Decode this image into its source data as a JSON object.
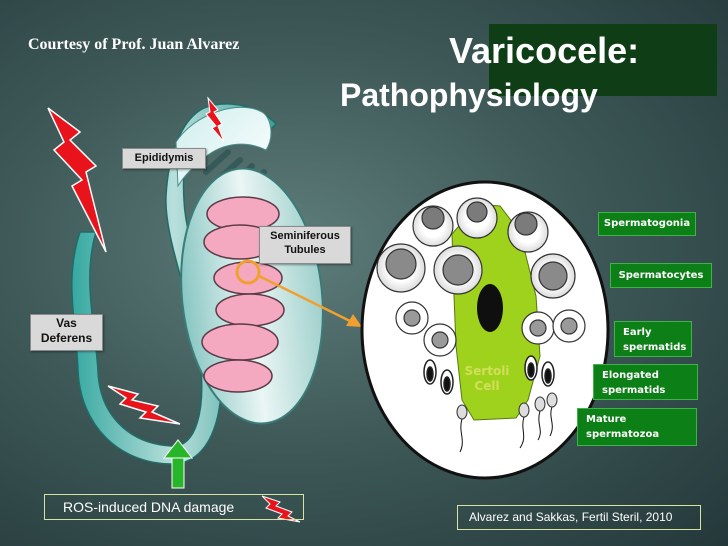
{
  "courtesy": "Courtesy of Prof. Juan Alvarez",
  "title": {
    "line1": "Varicocele:",
    "line2": "Pathophysiology"
  },
  "labels": {
    "epididymis": "Epididymis",
    "seminiferous_line1": "Seminiferous",
    "seminiferous_line2": "Tubules",
    "vas_line1": "Vas",
    "vas_line2": "Deferens",
    "sertoli_line1": "Sertoli",
    "sertoli_line2": "Cell"
  },
  "cell_stages": {
    "spermatogonia": "Spermatogonia",
    "spermatocytes": "Spermatocytes",
    "early_line1": "Early",
    "early_line2": "spermatids",
    "elongated_line1": "Elongated",
    "elongated_line2": "spermatids",
    "mature_line1": "Mature",
    "mature_line2": "spermatozoa"
  },
  "legend": {
    "ros": "ROS-induced DNA damage"
  },
  "citation": "Alvarez and Sakkas, Fertil Steril, 2010",
  "colors": {
    "title_box": "#0e3d16",
    "stage_box": "#0c7f17",
    "sertoli": "#9fd21d",
    "tubule": "#f4a9c0",
    "lightning": "#e8131b",
    "arrow_up": "#27b52a",
    "pointer_arrow": "#f0a030"
  },
  "icons": [
    "lightning-bolt-icon",
    "up-arrow-icon",
    "pointer-arrow-icon"
  ]
}
